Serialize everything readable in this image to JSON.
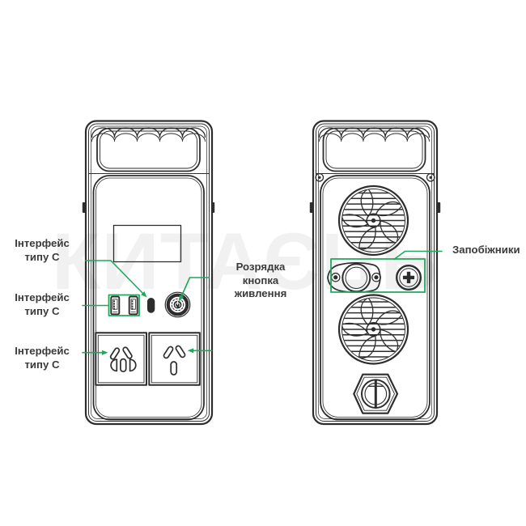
{
  "watermark": {
    "text": "КИТАЄЦЬ"
  },
  "colors": {
    "annotation_green": "#1fa75c",
    "line_dark": "#2d2d2d",
    "label_text": "#3a3a3a",
    "background": "#ffffff"
  },
  "labels": {
    "type_c_1": "Інтерфейс\nтипу C",
    "type_c_2": "Інтерфейс\nтипу C",
    "type_c_3": "Інтерфейс\nтипу C",
    "discharge": "Розрядка\nкнопка\nживлення",
    "fuses": "Запобіжники"
  },
  "icons": {
    "handle-grip-icon": "scalloped wave grip",
    "display-icon": "blank rectangular screen",
    "usb-a-port-icon": "rectangle with contact pins",
    "usb-c-port-icon": "black rounded pill",
    "power-button-icon": "concentric rings with power glyph",
    "ac-outlet-universal-icon": "square socket, two angled slots + D-O-D slots",
    "ac-outlet-3pin-icon": "square socket, two angled slots + vertical slot",
    "fan-icon": "circular grille with blades",
    "screw-icon": "small circle with center dot",
    "fuse-holder-icon": "circle with cross slot",
    "drain-plug-icon": "hex nut with slotted disc"
  }
}
